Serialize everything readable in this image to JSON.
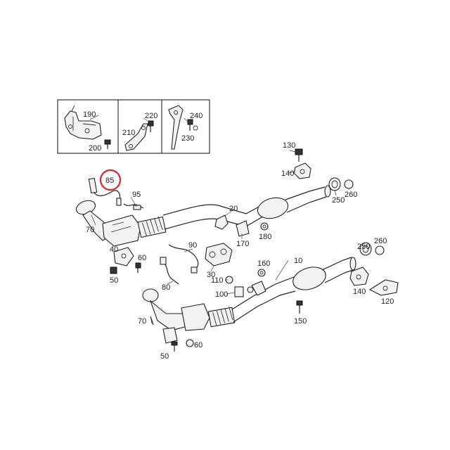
{
  "callouts": [
    {
      "id": "190",
      "label": "190"
    },
    {
      "id": "200",
      "label": "200"
    },
    {
      "id": "210",
      "label": "210"
    },
    {
      "id": "220",
      "label": "220"
    },
    {
      "id": "230",
      "label": "230"
    },
    {
      "id": "240",
      "label": "240"
    },
    {
      "id": "130",
      "label": "130"
    },
    {
      "id": "140a",
      "label": "140"
    },
    {
      "id": "85",
      "label": "85"
    },
    {
      "id": "95",
      "label": "95"
    },
    {
      "id": "70a",
      "label": "70"
    },
    {
      "id": "20",
      "label": "20"
    },
    {
      "id": "250a",
      "label": "250"
    },
    {
      "id": "260a",
      "label": "260"
    },
    {
      "id": "170",
      "label": "170"
    },
    {
      "id": "180",
      "label": "180"
    },
    {
      "id": "40",
      "label": "40"
    },
    {
      "id": "60a",
      "label": "60"
    },
    {
      "id": "50a",
      "label": "50"
    },
    {
      "id": "90",
      "label": "90"
    },
    {
      "id": "30",
      "label": "30"
    },
    {
      "id": "80",
      "label": "80"
    },
    {
      "id": "160",
      "label": "160"
    },
    {
      "id": "110",
      "label": "110"
    },
    {
      "id": "100",
      "label": "100"
    },
    {
      "id": "10",
      "label": "10"
    },
    {
      "id": "250b",
      "label": "250"
    },
    {
      "id": "260b",
      "label": "260"
    },
    {
      "id": "140b",
      "label": "140"
    },
    {
      "id": "120",
      "label": "120"
    },
    {
      "id": "150",
      "label": "150"
    },
    {
      "id": "70b",
      "label": "70"
    },
    {
      "id": "60b",
      "label": "60"
    },
    {
      "id": "50b",
      "label": "50"
    }
  ],
  "highlight": {
    "callout": "85",
    "color": "#d9262c"
  },
  "colors": {
    "line": "#222222",
    "fill": "#f2f2f2",
    "background": "#ffffff"
  }
}
